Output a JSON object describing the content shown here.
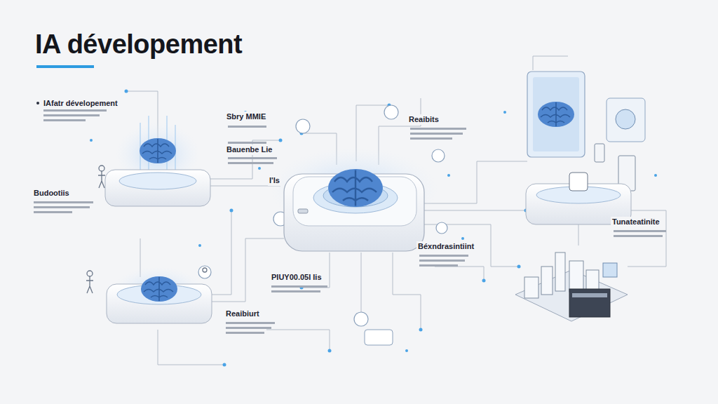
{
  "diagram": {
    "title": "IA dévelopement",
    "labels": [
      "IAfatr dévelopement",
      "Budootiis",
      "Sbry MMIE",
      "Bauenbe Lie",
      "Reaibits",
      "Tunateatinite",
      "Béxndrasintiint",
      "PIUY00.05I Iis",
      "Reaibiurt",
      "I'Is"
    ]
  }
}
